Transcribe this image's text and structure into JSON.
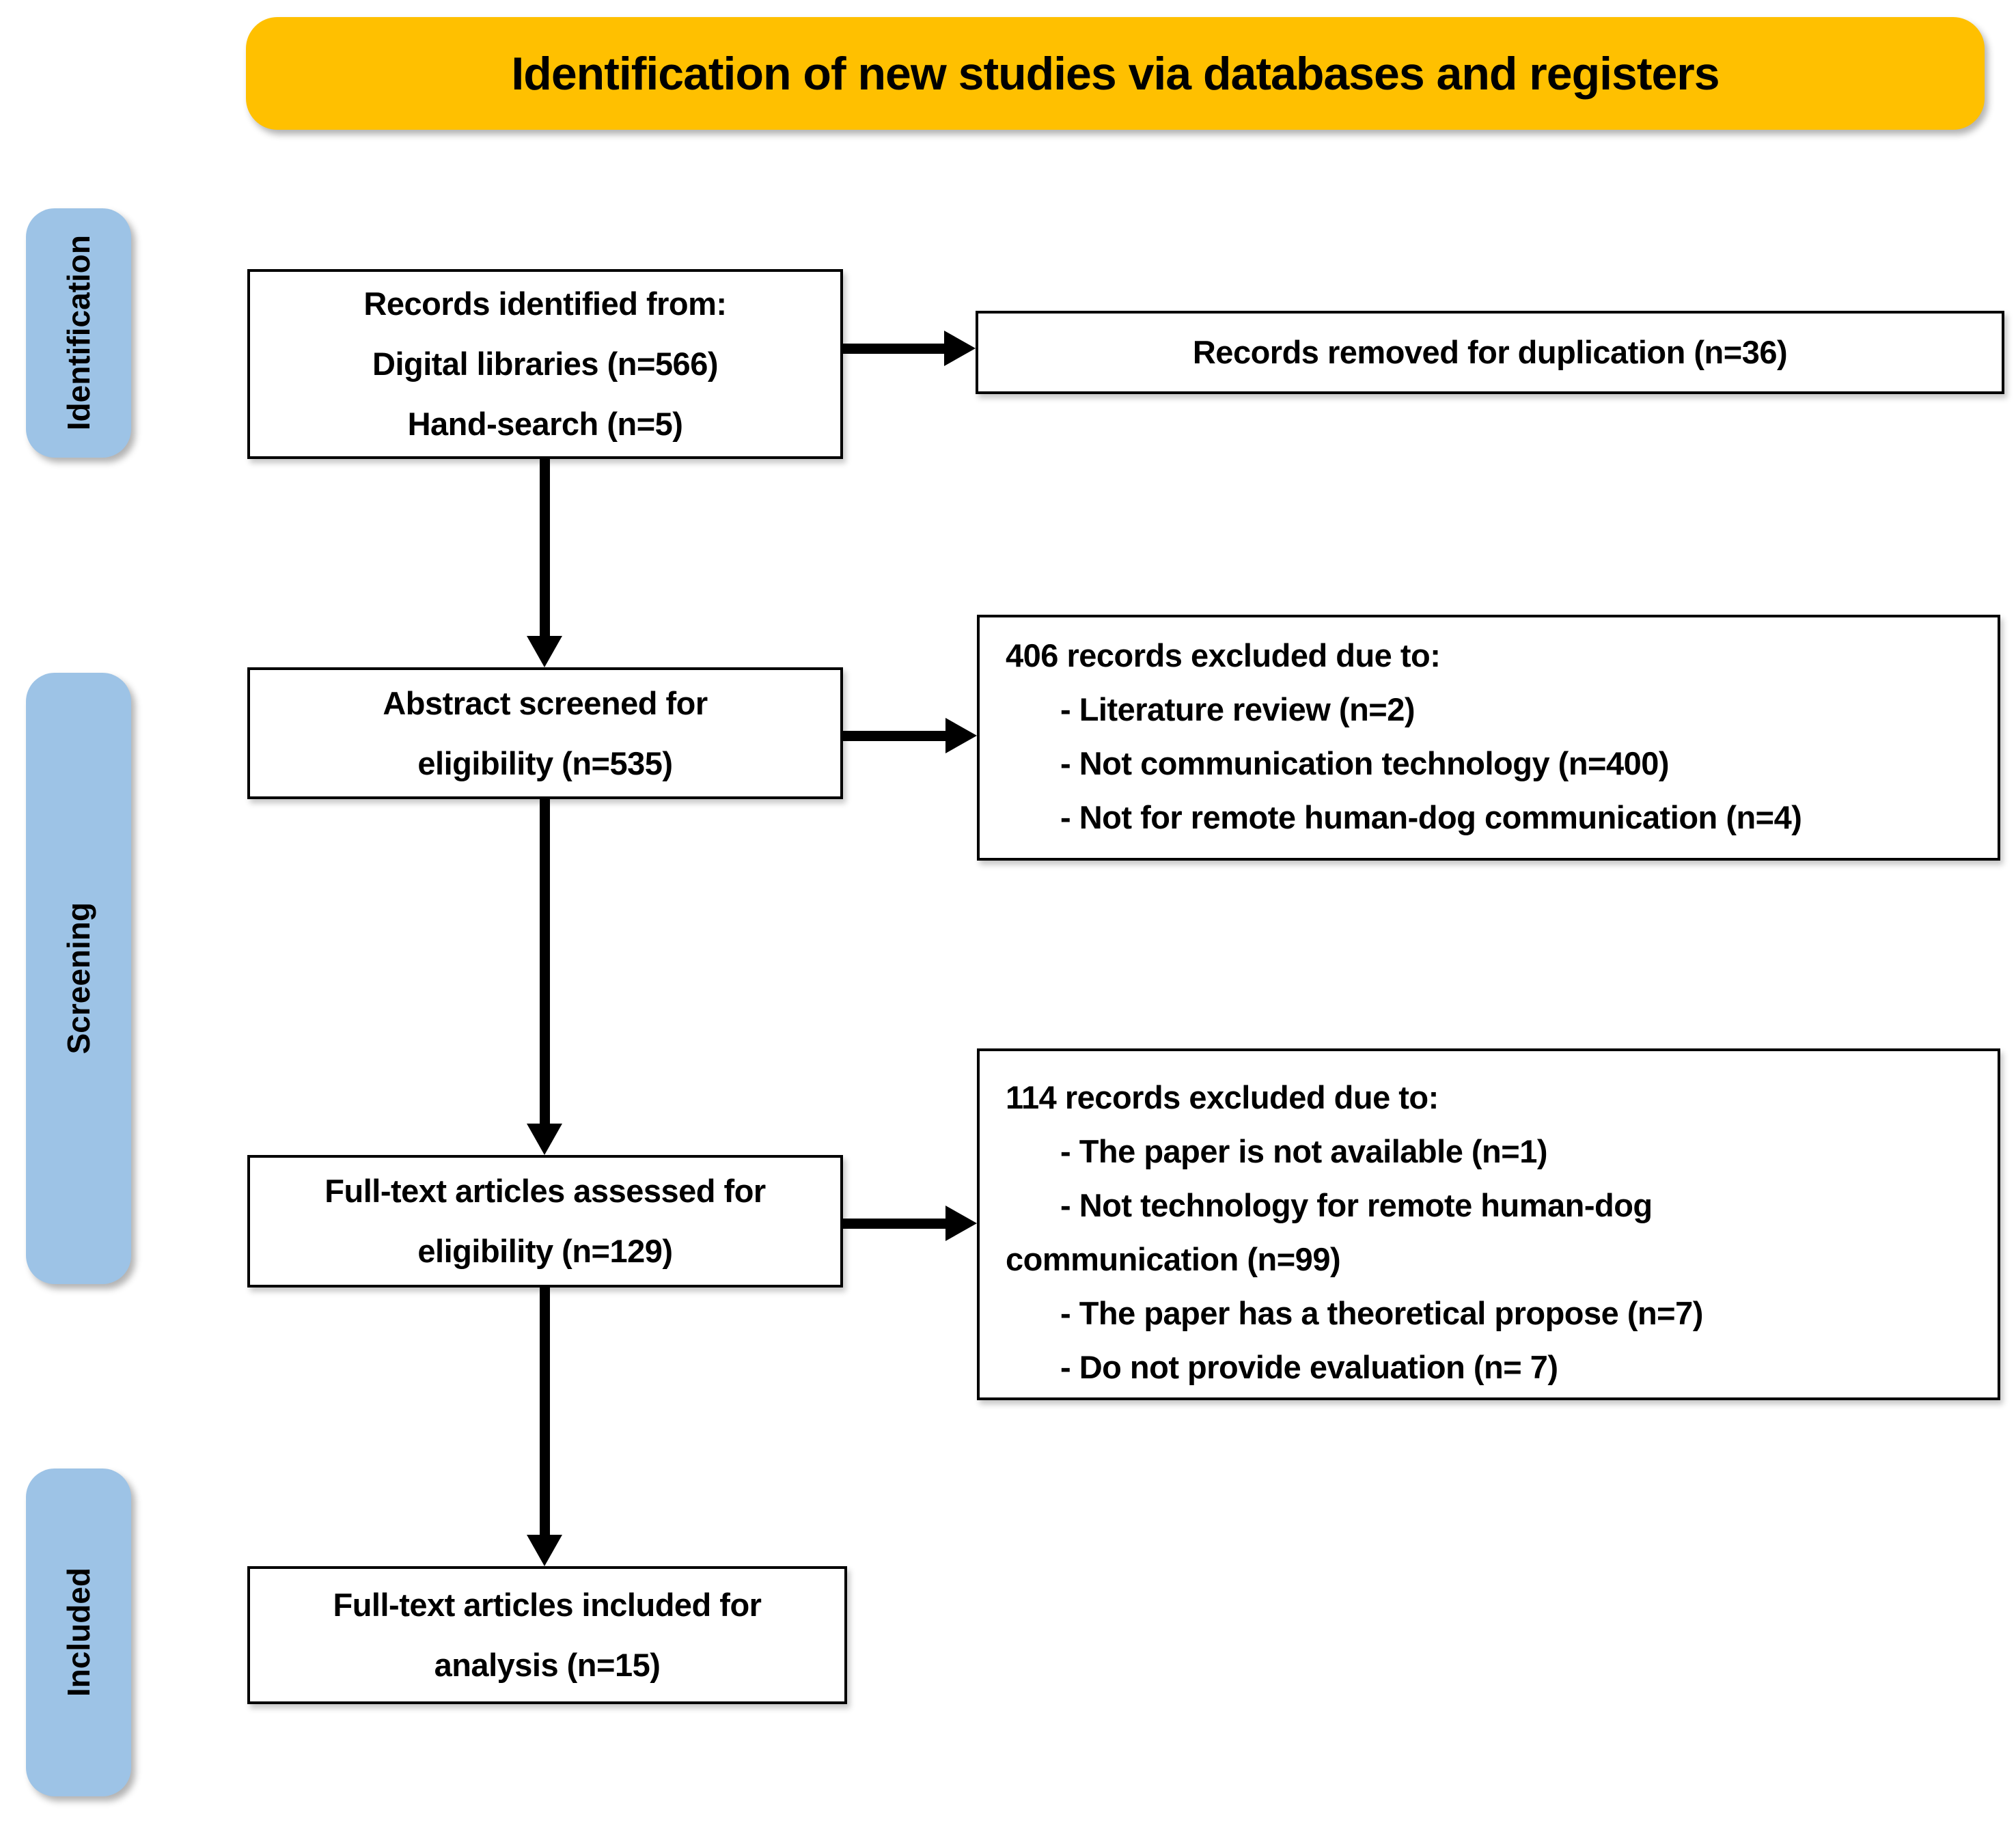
{
  "title": {
    "text": "Identification of new studies via databases and registers"
  },
  "stages": {
    "identification": "Identification",
    "screening": "Screening",
    "included": "Included"
  },
  "flow": {
    "records_identified": {
      "lines": [
        "Records identified from:",
        "Digital libraries (n=566)",
        "Hand-search (n=5)"
      ]
    },
    "removed_duplication": {
      "lines": [
        "Records removed for duplication (n=36)"
      ]
    },
    "abstract_screened": {
      "lines": [
        "Abstract screened for",
        "eligibility (n=535)"
      ]
    },
    "excluded_406": {
      "lines": [
        "406 records excluded due to:",
        "- Literature review (n=2)",
        "- Not communication technology (n=400)",
        "- Not for remote human-dog communication (n=4)"
      ]
    },
    "fulltext_assessed": {
      "lines": [
        "Full-text articles assessed for",
        "eligibility (n=129)"
      ]
    },
    "excluded_114": {
      "lines": [
        "114 records excluded due to:",
        "- The paper is not available (n=1)",
        "- Not technology for remote human-dog",
        "communication (n=99)",
        "- The paper has a theoretical propose (n=7)",
        "- Do not provide evaluation (n= 7)"
      ]
    },
    "fulltext_included": {
      "lines": [
        "Full-text articles included for",
        "analysis (n=15)"
      ]
    }
  },
  "colors": {
    "banner": "#FFC000",
    "stage_fill": "#9DC3E6",
    "box_fill": "#FFFFFF",
    "box_border": "#000000",
    "arrow": "#000000",
    "text": "#000000"
  }
}
